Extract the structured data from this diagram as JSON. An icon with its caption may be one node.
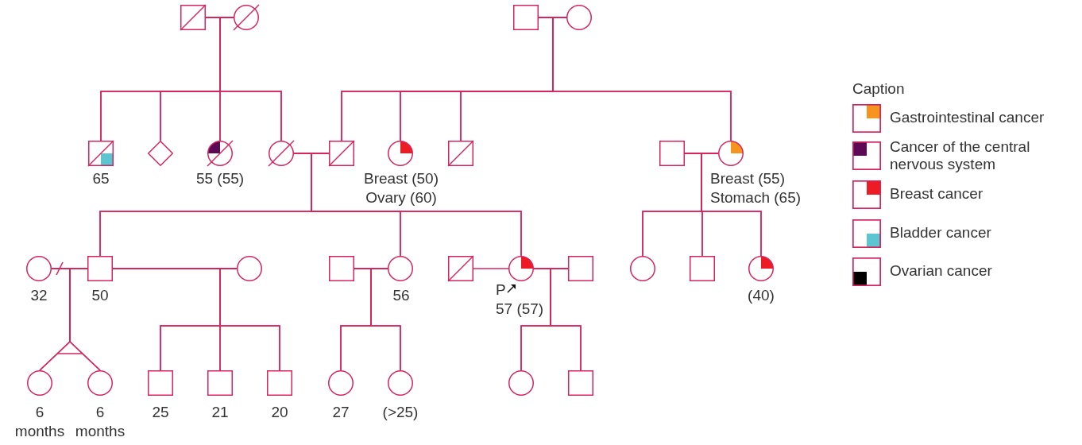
{
  "diagram": {
    "nodes": [
      {
        "text": [],
        "shape": "square"
      },
      {
        "text": [],
        "shape": "circle"
      },
      {
        "text": [],
        "shape": "square"
      },
      {
        "text": [],
        "shape": "circle"
      },
      {
        "text": [],
        "shape": "square",
        "beside": [
          "65"
        ]
      },
      {
        "text": [],
        "shape": "diamond"
      },
      {
        "text": [],
        "shape": "circle",
        "beside": [
          "55 (55)"
        ]
      },
      {
        "text": [],
        "shape": "circle"
      },
      {
        "text": [],
        "shape": "square"
      },
      {
        "text": [],
        "shape": "circle",
        "beside": [
          "Breast (50)",
          "Ovary (60)"
        ]
      },
      {
        "text": [],
        "shape": "square"
      },
      {
        "text": [],
        "shape": "square"
      },
      {
        "text": [],
        "shape": "circle",
        "beside": [
          "Breast (55)",
          "Stomach (65)"
        ]
      },
      {
        "text": [],
        "shape": "circle",
        "beside": [
          "32"
        ]
      },
      {
        "text": [],
        "shape": "square",
        "beside": [
          "50"
        ]
      },
      {
        "text": [],
        "shape": "circle"
      },
      {
        "text": [],
        "shape": "square"
      },
      {
        "text": [],
        "shape": "circle",
        "beside": [
          "56"
        ]
      },
      {
        "text": [],
        "shape": "square"
      },
      {
        "text": [],
        "shape": "circle",
        "beside": [
          "P",
          "57 (57)"
        ]
      },
      {
        "text": [],
        "shape": "square"
      },
      {
        "text": [],
        "shape": "circle"
      },
      {
        "text": [],
        "shape": "square"
      },
      {
        "text": [],
        "shape": "circle",
        "beside": [
          "(40)"
        ]
      },
      {
        "text": [],
        "shape": "circle",
        "beside": [
          "6 months"
        ]
      },
      {
        "text": [],
        "shape": "circle",
        "beside": [
          "6 months"
        ]
      },
      {
        "text": [],
        "shape": "square",
        "beside": [
          "25"
        ]
      },
      {
        "text": [],
        "shape": "square",
        "beside": [
          "21"
        ]
      },
      {
        "text": [],
        "shape": "square",
        "beside": [
          "20"
        ]
      },
      {
        "text": [],
        "shape": "circle",
        "beside": [
          "27"
        ]
      },
      {
        "text": [],
        "shape": "circle",
        "beside": [
          "(>25)"
        ]
      },
      {
        "text": [],
        "shape": "circle"
      },
      {
        "text": [],
        "shape": "square"
      }
    ],
    "edges": [
      {
        "from": 0,
        "to": 1,
        "arrow": "none"
      },
      {
        "from": 2,
        "to": 3,
        "arrow": "none"
      },
      {
        "from": 7,
        "to": 8,
        "arrow": "none"
      },
      {
        "from": 11,
        "to": 12,
        "arrow": "none"
      },
      {
        "from": 13,
        "to": 14,
        "arrow": "none"
      },
      {
        "from": 14,
        "to": 15,
        "arrow": "none"
      },
      {
        "from": 16,
        "to": 17,
        "arrow": "none"
      },
      {
        "from": 18,
        "to": 19,
        "arrow": "none"
      },
      {
        "from": 19,
        "to": 20,
        "arrow": "none"
      },
      {
        "from": 0,
        "to": 4,
        "arrow": "none"
      },
      {
        "from": 1,
        "to": 4,
        "arrow": "none"
      },
      {
        "from": 0,
        "to": 5,
        "arrow": "none"
      },
      {
        "from": 1,
        "to": 5,
        "arrow": "none"
      },
      {
        "from": 0,
        "to": 6,
        "arrow": "none"
      },
      {
        "from": 1,
        "to": 6,
        "arrow": "none"
      },
      {
        "from": 0,
        "to": 7,
        "arrow": "none"
      },
      {
        "from": 1,
        "to": 7,
        "arrow": "none"
      },
      {
        "from": 2,
        "to": 8,
        "arrow": "none"
      },
      {
        "from": 3,
        "to": 8,
        "arrow": "none"
      },
      {
        "from": 2,
        "to": 9,
        "arrow": "none"
      },
      {
        "from": 3,
        "to": 9,
        "arrow": "none"
      },
      {
        "from": 2,
        "to": 10,
        "arrow": "none"
      },
      {
        "from": 3,
        "to": 10,
        "arrow": "none"
      },
      {
        "from": 2,
        "to": 12,
        "arrow": "none"
      },
      {
        "from": 3,
        "to": 12,
        "arrow": "none"
      },
      {
        "from": 7,
        "to": 14,
        "arrow": "none"
      },
      {
        "from": 8,
        "to": 14,
        "arrow": "none"
      },
      {
        "from": 7,
        "to": 17,
        "arrow": "none"
      },
      {
        "from": 8,
        "to": 17,
        "arrow": "none"
      },
      {
        "from": 7,
        "to": 19,
        "arrow": "none"
      },
      {
        "from": 8,
        "to": 19,
        "arrow": "none"
      },
      {
        "from": 11,
        "to": 21,
        "arrow": "none"
      },
      {
        "from": 12,
        "to": 21,
        "arrow": "none"
      },
      {
        "from": 11,
        "to": 22,
        "arrow": "none"
      },
      {
        "from": 12,
        "to": 22,
        "arrow": "none"
      },
      {
        "from": 11,
        "to": 23,
        "arrow": "none"
      },
      {
        "from": 12,
        "to": 23,
        "arrow": "none"
      },
      {
        "from": 13,
        "to": 24,
        "arrow": "none"
      },
      {
        "from": 14,
        "to": 24,
        "arrow": "none"
      },
      {
        "from": 13,
        "to": 25,
        "arrow": "none"
      },
      {
        "from": 14,
        "to": 25,
        "arrow": "none"
      },
      {
        "from": 14,
        "to": 26,
        "arrow": "none"
      },
      {
        "from": 15,
        "to": 26,
        "arrow": "none"
      },
      {
        "from": 14,
        "to": 27,
        "arrow": "none"
      },
      {
        "from": 15,
        "to": 27,
        "arrow": "none"
      },
      {
        "from": 14,
        "to": 28,
        "arrow": "none"
      },
      {
        "from": 15,
        "to": 28,
        "arrow": "none"
      },
      {
        "from": 16,
        "to": 29,
        "arrow": "none"
      },
      {
        "from": 17,
        "to": 29,
        "arrow": "none"
      },
      {
        "from": 16,
        "to": 30,
        "arrow": "none"
      },
      {
        "from": 17,
        "to": 30,
        "arrow": "none"
      },
      {
        "from": 19,
        "to": 31,
        "arrow": "none"
      },
      {
        "from": 20,
        "to": 31,
        "arrow": "none"
      },
      {
        "from": 19,
        "to": 32,
        "arrow": "none"
      },
      {
        "from": 20,
        "to": 32,
        "arrow": "none"
      }
    ],
    "labels": [
      "Caption"
    ],
    "legend": [
      {
        "text": "Gastrointestinal cancer",
        "color": "#f7941d"
      },
      {
        "text": "Cancer of the central nervous system",
        "color": "#5c0a55"
      },
      {
        "text": "Breast cancer",
        "color": "#ed1c24"
      },
      {
        "text": "Bladder cancer",
        "color": "#5bc5d2"
      },
      {
        "text": "Ovarian cancer",
        "color": "#000000"
      }
    ]
  }
}
